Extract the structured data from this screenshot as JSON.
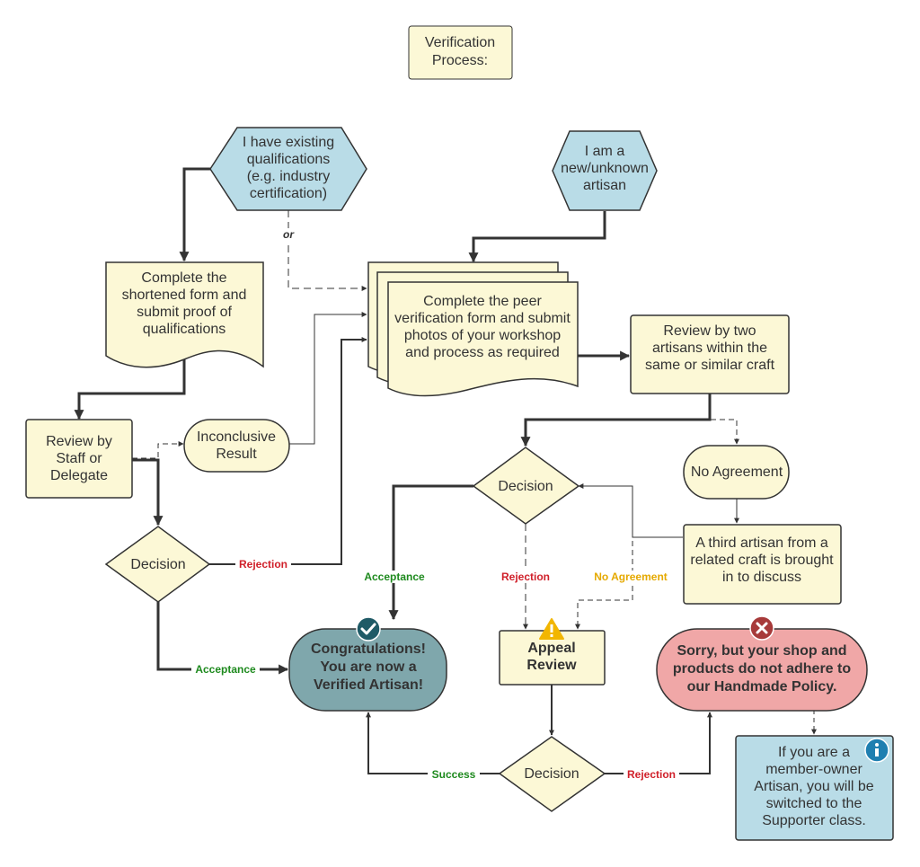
{
  "colors": {
    "note_fill": "#fcf8d6",
    "blue_fill": "#b9dce7",
    "teal_fill": "#7fa7ac",
    "red_fill": "#f0a7a7",
    "stroke": "#333333",
    "green": "#1e8a1e",
    "red": "#d0202a",
    "amber": "#e5a900",
    "info_blue": "#1f7fb0",
    "check_teal": "#1f5a66",
    "x_red": "#a73a3a"
  },
  "title": {
    "lines": [
      "Verification",
      "Process:"
    ]
  },
  "nodes": {
    "existing_quals": {
      "lines": [
        "I have existing",
        "qualifications",
        "(e.g. industry",
        "certification)"
      ]
    },
    "new_artisan": {
      "lines": [
        "I am a",
        "new/unknown",
        "artisan"
      ]
    },
    "shortened_form": {
      "lines": [
        "Complete the",
        "shortened form and",
        "submit proof of",
        "qualifications"
      ]
    },
    "peer_form": {
      "lines": [
        "Complete the peer",
        "verification form and submit",
        "photos of your workshop",
        "and process as required"
      ]
    },
    "two_artisans": {
      "lines": [
        "Review by two",
        "artisans within the",
        "same or similar craft"
      ]
    },
    "staff_review": {
      "lines": [
        "Review by",
        "Staff or",
        "Delegate"
      ]
    },
    "inconclusive": {
      "lines": [
        "Inconclusive",
        "Result"
      ]
    },
    "decision_top": {
      "lines": [
        "Decision"
      ]
    },
    "no_agreement": {
      "lines": [
        "No Agreement"
      ]
    },
    "decision_left": {
      "lines": [
        "Decision"
      ]
    },
    "third_artisan": {
      "lines": [
        "A third artisan from a",
        "related craft is brought",
        "in to discuss"
      ]
    },
    "verified": {
      "lines": [
        "Congratulations!",
        "You are now a",
        "Verified Artisan!"
      ]
    },
    "appeal": {
      "lines": [
        "Appeal",
        "Review"
      ]
    },
    "sorry": {
      "lines": [
        "Sorry, but your shop and",
        "products do not adhere to",
        "our Handmade Policy."
      ]
    },
    "decision_bottom": {
      "lines": [
        "Decision"
      ]
    },
    "supporter_note": {
      "lines": [
        "If you are a",
        "member-owner",
        "Artisan, you will be",
        "switched to the",
        "Supporter class."
      ]
    }
  },
  "edge_labels": {
    "or": "or",
    "rejection_left": "Rejection",
    "acceptance_left": "Acceptance",
    "acceptance_mid": "Acceptance",
    "rejection_mid": "Rejection",
    "no_agreement": "No Agreement",
    "success": "Success",
    "rejection_bottom": "Rejection"
  }
}
